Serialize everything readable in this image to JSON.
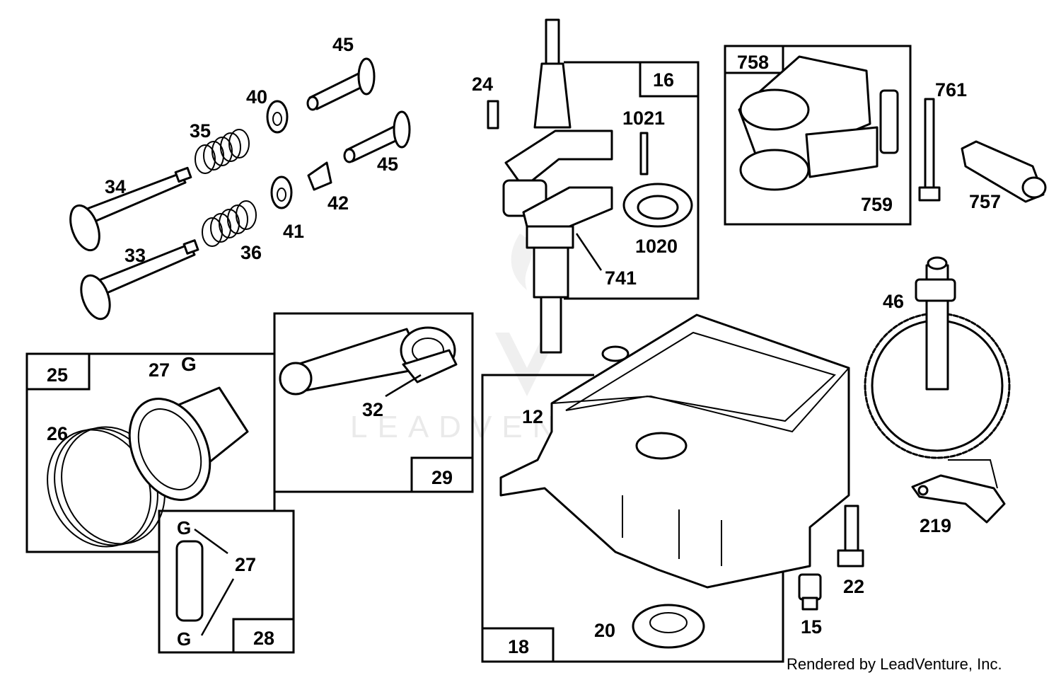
{
  "diagram": {
    "credit": "Rendered by LeadVenture, Inc.",
    "watermark": "LEADVENTURE",
    "part_labels": {
      "p45a": "45",
      "p45b": "45",
      "p40": "40",
      "p35": "35",
      "p34": "34",
      "p42": "42",
      "p41": "41",
      "p36": "36",
      "p33": "33",
      "p24": "24",
      "p1021": "1021",
      "p1020": "1020",
      "p741": "741",
      "p761": "761",
      "p759": "759",
      "p757": "757",
      "p46": "46",
      "p27a": "27",
      "p26": "26",
      "p32": "32",
      "p12": "12",
      "p27b": "27",
      "p219": "219",
      "p22": "22",
      "p20": "20",
      "p15": "15"
    },
    "box_labels": {
      "b16": "16",
      "b758": "758",
      "b25": "25",
      "b29": "29",
      "b18": "18",
      "b28": "28"
    }
  }
}
